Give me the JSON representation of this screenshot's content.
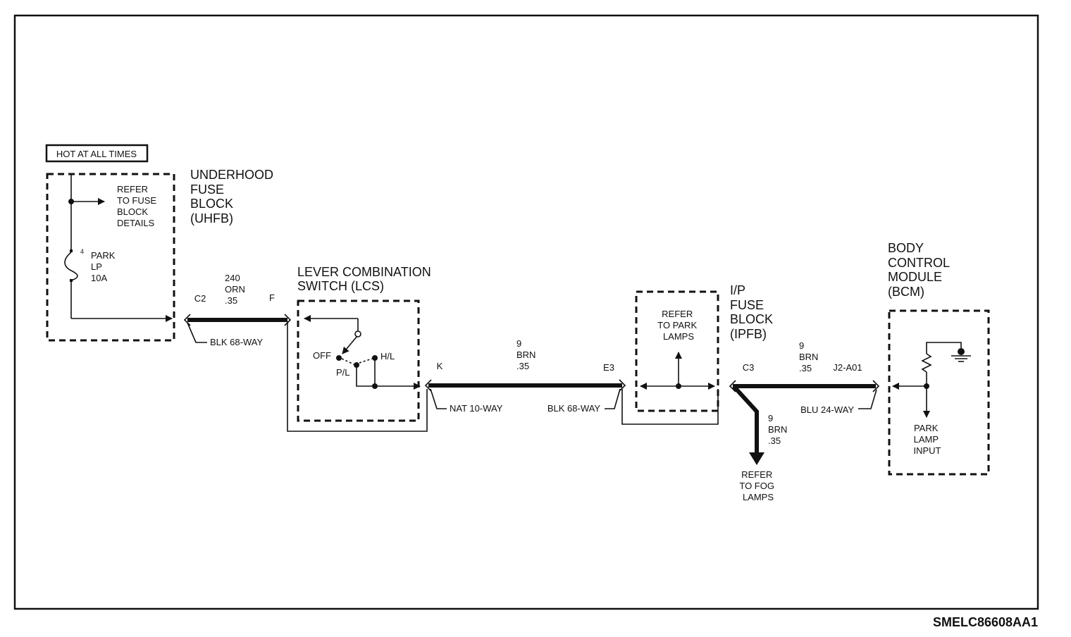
{
  "hot_label": "HOT AT ALL TIMES",
  "uhfb": {
    "title": [
      "UNDERHOOD",
      "FUSE",
      "BLOCK",
      "(UHFB)"
    ],
    "refer": [
      "REFER",
      "TO FUSE",
      "BLOCK",
      "DETAILS"
    ],
    "fuse": [
      "PARK",
      "LP",
      "10A"
    ],
    "fuse_mark": "4"
  },
  "wire1": {
    "circuit": "240",
    "color": "ORN",
    "gauge": ".35",
    "pin_left": "C2",
    "pin_right": "F",
    "connector": "BLK 68-WAY"
  },
  "lcs": {
    "title": [
      "LEVER COMBINATION",
      "SWITCH (LCS)"
    ],
    "off": "OFF",
    "pl": "P/L",
    "hl": "H/L"
  },
  "wire2": {
    "circuit": "9",
    "color": "BRN",
    "gauge": ".35",
    "pin_left": "K",
    "pin_right": "E3",
    "connector_left": "NAT 10-WAY",
    "connector_right": "BLK 68-WAY"
  },
  "ipfb": {
    "title": [
      "I/P",
      "FUSE",
      "BLOCK",
      "(IPFB)"
    ],
    "refer": [
      "REFER",
      "TO PARK",
      "LAMPS"
    ]
  },
  "wire3": {
    "circuit": "9",
    "color": "BRN",
    "gauge": ".35",
    "pin_left": "C3",
    "pin_right": "J2-A01",
    "connector": "BLU 24-WAY"
  },
  "branch": {
    "circuit": "9",
    "color": "BRN",
    "gauge": ".35",
    "refer": [
      "REFER",
      "TO FOG",
      "LAMPS"
    ]
  },
  "bcm": {
    "title": [
      "BODY",
      "CONTROL",
      "MODULE",
      "(BCM)"
    ],
    "input": [
      "PARK",
      "LAMP",
      "INPUT"
    ]
  },
  "figure_id": "SMELC86608AA1"
}
